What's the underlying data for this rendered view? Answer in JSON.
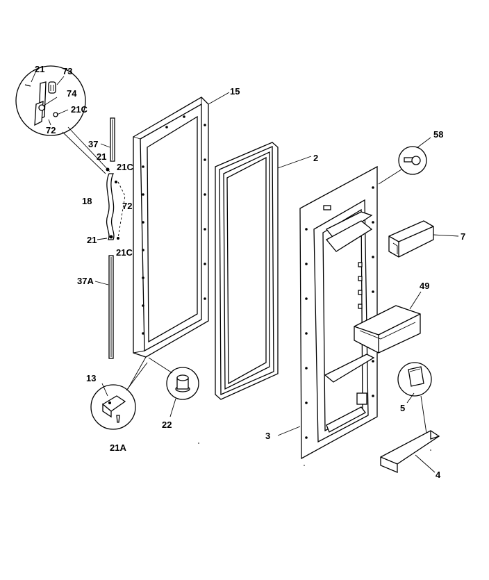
{
  "diagram": {
    "labels": {
      "p21_top": "21",
      "p73": "73",
      "p74": "74",
      "p21c_top": "21C",
      "p72_top": "72",
      "p37": "37",
      "p21_mid": "21",
      "p21c_mid": "21C",
      "p18": "18",
      "p72_mid": "72",
      "p21_low": "21",
      "p21c_low": "21C",
      "p37a": "37A",
      "p13": "13",
      "p21a": "21A",
      "p22": "22",
      "p15": "15",
      "p2": "2",
      "p58": "58",
      "p7": "7",
      "p49": "49",
      "p5": "5",
      "p3": "3",
      "p4": "4"
    }
  }
}
